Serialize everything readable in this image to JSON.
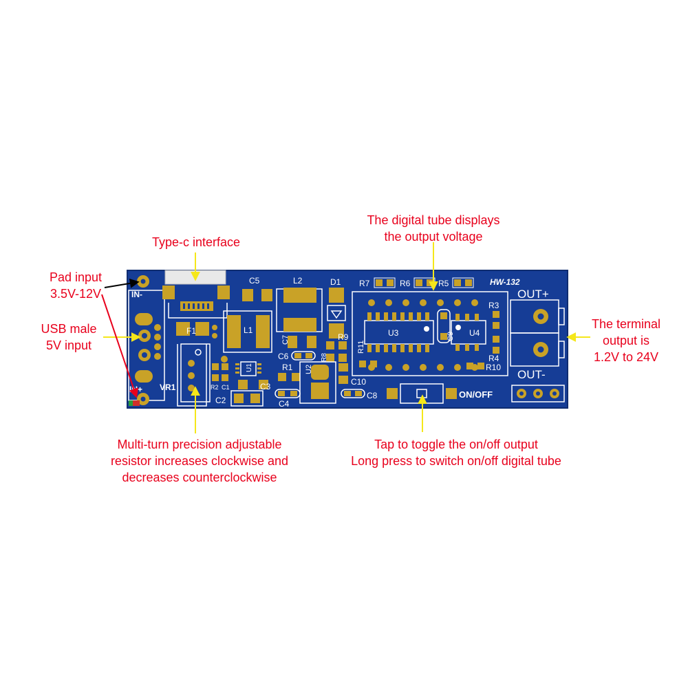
{
  "callouts": {
    "type_c": "Type-c interface",
    "digital_tube": [
      "The digital tube displays",
      "the output voltage"
    ],
    "pad_input": [
      "Pad input",
      "3.5V-12V"
    ],
    "usb_male": [
      "USB male",
      "5V input"
    ],
    "terminal_output": [
      "The terminal",
      "output is",
      "1.2V to 24V"
    ],
    "resistor": [
      "Multi-turn precision adjustable",
      "resistor increases clockwise and",
      "decreases counterclockwise"
    ],
    "button": [
      "Tap to toggle the on/off output",
      "Long press to switch on/off digital tube"
    ]
  },
  "board": {
    "model": "HW-132",
    "labels": {
      "in_minus": "IN-",
      "in_plus": "IN+",
      "out_plus": "OUT+",
      "out_minus": "OUT-",
      "on_off": "ON/OFF",
      "c5": "C5",
      "l2": "L2",
      "d1": "D1",
      "r7": "R7",
      "r6": "R6",
      "r5": "R5",
      "r3": "R3",
      "u3": "U3",
      "c9": "C9",
      "u4": "U4",
      "r4": "R4",
      "r10": "R10",
      "f1": "F1",
      "l1": "L1",
      "c7": "C7",
      "r9": "R9",
      "r11": "R11",
      "c6": "C6",
      "r8": "R8",
      "u1": "U1",
      "r1": "R1",
      "u2": "U2",
      "c10": "C10",
      "c8": "C8",
      "vr1": "VR1",
      "r2": "R2",
      "c1": "C1",
      "c3": "C3",
      "c2": "C2",
      "c4": "C4"
    }
  },
  "colors": {
    "pcb": "#163d96",
    "pad": "#c9a227",
    "silkscreen": "#ffffff",
    "callout_text": "#e8001c",
    "arrow": "#f5e71a",
    "input_arrow": "#000000"
  }
}
